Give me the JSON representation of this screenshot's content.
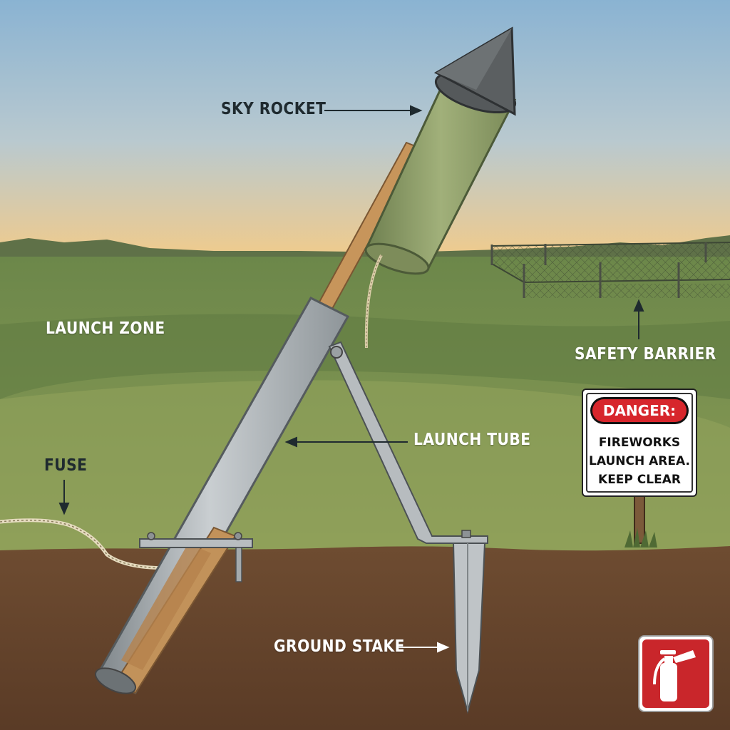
{
  "labels": {
    "sky_rocket": "SKY ROCKET",
    "launch_zone": "LAUNCH ZONE",
    "safety_barrier": "SAFETY BARRIER",
    "launch_tube": "LAUNCH TUBE",
    "fuse": "FUSE",
    "ground_stake": "GROUND STAKE"
  },
  "sign": {
    "header": "DANGER:",
    "lines": [
      "FIREWORKS",
      "LAUNCH AREA.",
      "KEEP CLEAR"
    ]
  },
  "icons": {
    "extinguisher": "fire-extinguisher-icon"
  },
  "colors": {
    "sky_top": "#8fb6d3",
    "sky_horizon": "#ecc98e",
    "grass_far": "#6f8a4a",
    "grass_near": "#8a9e55",
    "soil": "#6b4a31",
    "rocket_body": "#8a9a66",
    "rocket_cone": "#4a4d4f",
    "tube": "#aab0b4",
    "danger_red": "#d7262c"
  }
}
